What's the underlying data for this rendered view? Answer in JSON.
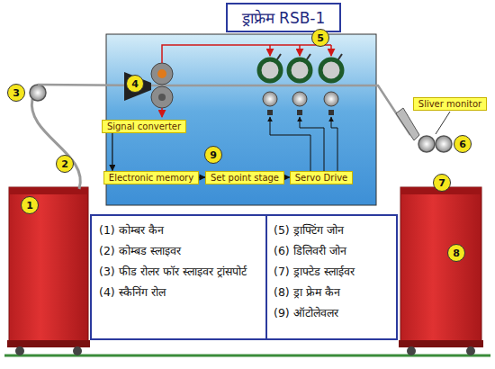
{
  "diagram": {
    "nodes": [
      {
        "text": [
          "ड्राफ्रेम RSB-1"
        ]
      },
      {
        "text": [
          "3"
        ]
      },
      {
        "text": [
          "4"
        ]
      },
      {
        "text": [
          "5"
        ]
      },
      {
        "text": [
          "Signal converter"
        ]
      },
      {
        "text": [
          "Sliver monitor"
        ]
      },
      {
        "text": [
          "6"
        ]
      },
      {
        "text": [
          "9"
        ]
      },
      {
        "text": [
          "2"
        ]
      },
      {
        "text": [
          "Electronic memory"
        ]
      },
      {
        "text": [
          "Set point stage"
        ]
      },
      {
        "text": [
          "Servo Drive"
        ]
      },
      {
        "text": [
          "7"
        ]
      },
      {
        "text": [
          "1"
        ]
      },
      {
        "text": [
          "(1) कोम्बर कैन",
          "(2) कोम्बड स्लाइवर",
          "(3) फीड रोलर फॉर स्लाइवर ट्रांसपोर्ट",
          "(4) स्कैनिंग रोल",
          "(5) ड्राफ्टिंग जोन",
          "(6) डिलिवरी जोन",
          "(7) ड्राफ्टेड स्लाईवर",
          "(8) ड्रा फ्रेम कैन",
          "(9) ऑटोलेवलर"
        ]
      },
      {
        "text": [
          "8"
        ]
      }
    ],
    "edges": [
      {
        "from": 4,
        "to": 9,
        "arrow": "to"
      },
      {
        "from": 9,
        "to": 10,
        "arrow": "to"
      },
      {
        "from": 10,
        "to": 11,
        "arrow": "to"
      }
    ]
  }
}
